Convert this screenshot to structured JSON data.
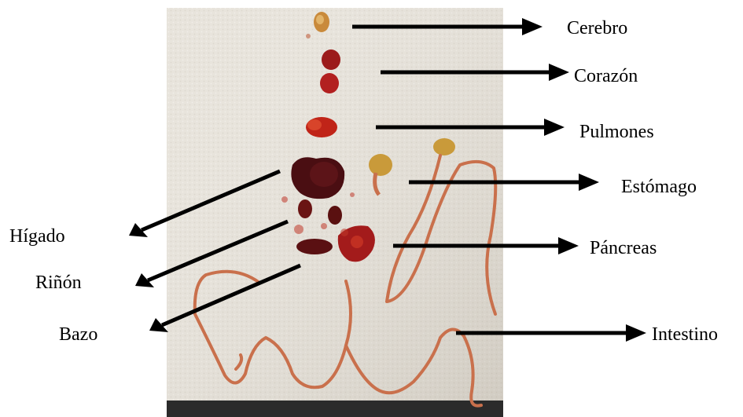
{
  "figure": {
    "labels": {
      "cerebro": "Cerebro",
      "corazon": "Corazón",
      "pulmones": "Pulmones",
      "estomago": "Estómago",
      "higado": "Hígado",
      "pancreas": "Páncreas",
      "rinon": "Riñón",
      "bazo": "Bazo",
      "intestino": "Intestino"
    }
  },
  "colors": {
    "paper": "#e9e5dd",
    "tissue_red": "#a31b1b",
    "dark_organ": "#4a0e12",
    "intestine": "#c9704c",
    "arrow": "#000000"
  }
}
